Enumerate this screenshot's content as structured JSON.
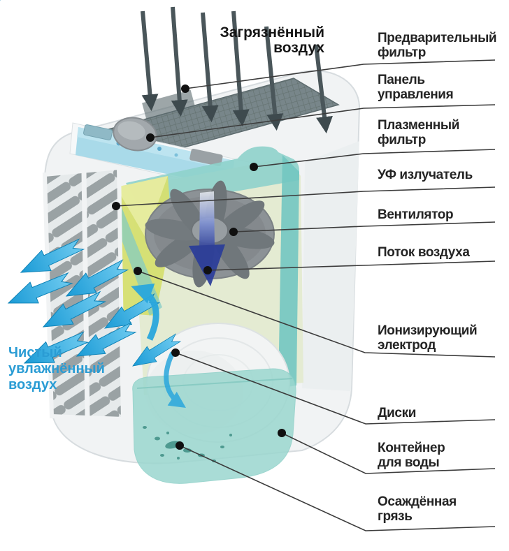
{
  "figure": {
    "dirty_air_label": "Загрязнённый\nвоздух",
    "clean_air_label": "Чистый\nувлажнённый\nвоздух",
    "callouts": [
      "Предварительный\nфильтр",
      "Панель\nуправления",
      "Плазменный\nфильтр",
      "УФ излучатель",
      "Вентилятор",
      "Поток воздуха",
      "Ионизирующий\nэлектрод",
      "Диски",
      "Контейнер\nдля воды",
      "Осаждённая\nгрязь"
    ],
    "colors": {
      "clean_air_text": "#2a9cd4",
      "dirty_air_text": "#161616",
      "callout_text": "#242424",
      "arrow_blue": "#2aa7dd",
      "water_teal": "#a8dcd5",
      "plasma_yellow": "#d5df70"
    }
  }
}
